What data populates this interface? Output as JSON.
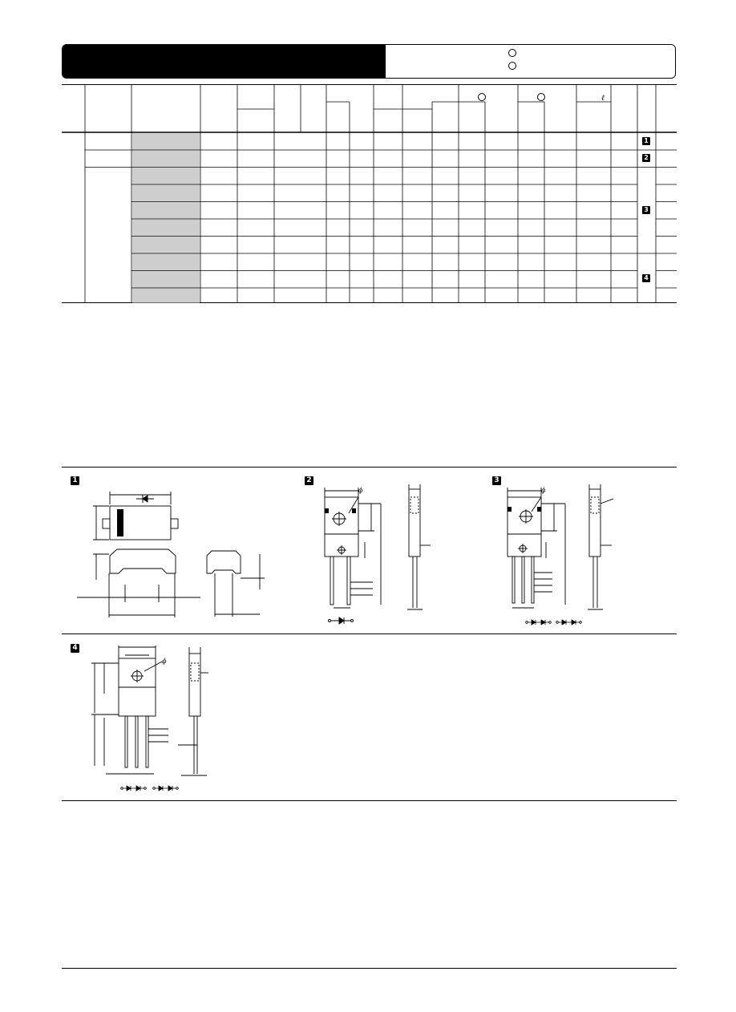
{
  "header": {
    "marks": [
      "circle-mark",
      "circle-mark"
    ]
  },
  "table": {
    "rows": 10,
    "header_symbols": [
      "circle-mark",
      "circle-mark",
      "ℓ"
    ],
    "package_badges": [
      "1",
      "2",
      "3",
      "4"
    ]
  },
  "figures": {
    "labels": [
      "1",
      "2",
      "3",
      "4"
    ],
    "phi_symbol": "ϕ"
  }
}
